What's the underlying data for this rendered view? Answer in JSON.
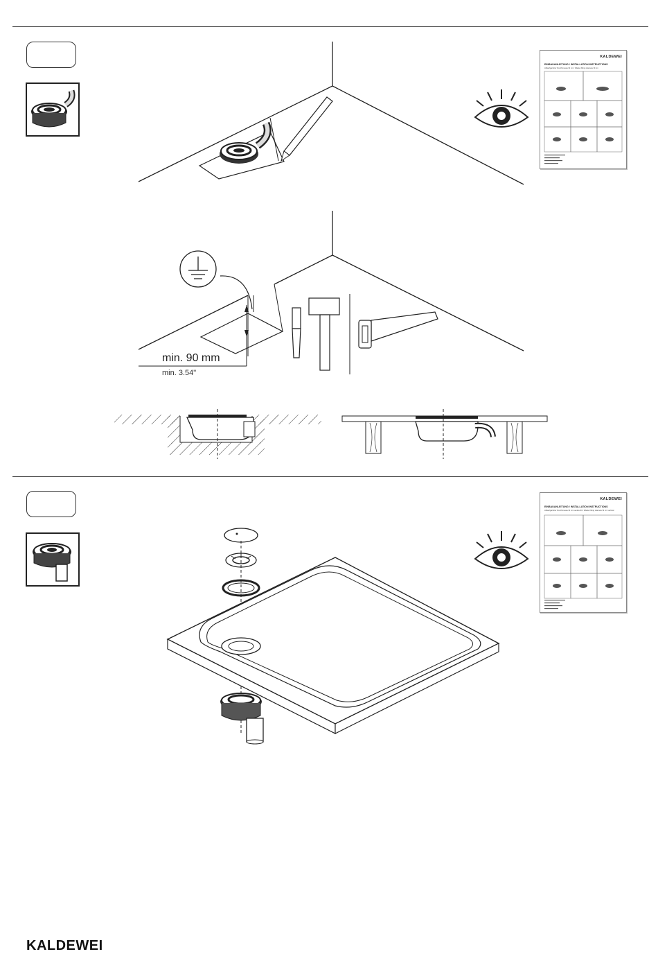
{
  "brand": {
    "footer_logo": "KALDEWEI"
  },
  "step1": {
    "manual": {
      "brand": "KALDEWEI",
      "title": "EINBAUANLEITUNG / INSTALLATION INSTRUCTIONS",
      "subtitle": "Ablaufgarnitur Durchmesser 9 cm / Waste fitting diameter 9 cm"
    }
  },
  "step2": {
    "dimension_metric": "min. 90 mm",
    "dimension_imperial": "min. 3.54\""
  },
  "step3": {
    "manual": {
      "brand": "KALDEWEI",
      "title": "EINBAUANLEITUNG / INSTALLATION INSTRUCTIONS",
      "subtitle": "Ablaufgarnitur Durchmesser 9 cm senkrecht / Waste fitting diameter 9 cm vertical"
    }
  },
  "icons": {
    "eye": "eye-icon",
    "ground": "ground-symbol-icon",
    "chisel": "chisel-icon",
    "hammer": "hammer-icon",
    "saw": "saw-icon",
    "pencil": "pencil-icon"
  }
}
